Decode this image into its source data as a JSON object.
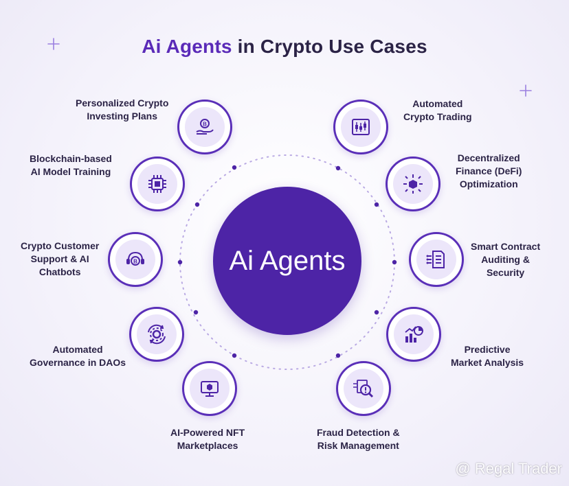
{
  "title": {
    "accent": "Ai Agents",
    "rest": " in Crypto Use Cases"
  },
  "center": {
    "label": "Ai Agents"
  },
  "nodes": [
    {
      "id": "personalized-plans",
      "icon": "coin-hand-icon",
      "lines": [
        "Personalized Crypto",
        "Investing Plans"
      ]
    },
    {
      "id": "blockchain-ai-training",
      "icon": "chip-icon",
      "lines": [
        "Blockchain-based",
        "AI Model Training"
      ]
    },
    {
      "id": "customer-support",
      "icon": "headset-coin-icon",
      "lines": [
        "Crypto Customer",
        "Support & AI",
        "Chatbots"
      ]
    },
    {
      "id": "dao-governance",
      "icon": "gear-cycle-icon",
      "lines": [
        "Automated",
        "Governance in DAOs"
      ]
    },
    {
      "id": "nft-marketplaces",
      "icon": "monitor-nft-icon",
      "lines": [
        "AI-Powered NFT",
        "Marketplaces"
      ]
    },
    {
      "id": "automated-trading",
      "icon": "candlestick-chart-icon",
      "lines": [
        "Automated",
        "Crypto Trading"
      ]
    },
    {
      "id": "defi-optimization",
      "icon": "cube-arrows-icon",
      "lines": [
        "Decentralized",
        "Finance (DeFi)",
        "Optimization"
      ]
    },
    {
      "id": "smart-contract-security",
      "icon": "contract-document-icon",
      "lines": [
        "Smart Contract",
        "Auditing &",
        "Security"
      ]
    },
    {
      "id": "market-analysis",
      "icon": "bar-pie-chart-icon",
      "lines": [
        "Predictive",
        "Market Analysis"
      ]
    },
    {
      "id": "fraud-detection",
      "icon": "magnifier-alert-icon",
      "lines": [
        "Fraud Detection &",
        "Risk Management"
      ]
    }
  ],
  "watermark": "@ Regal Trader",
  "colors": {
    "primary": "#4d24a6",
    "accent": "#5a2ab8",
    "text": "#2b2346",
    "iconBg": "#ece6fa"
  }
}
